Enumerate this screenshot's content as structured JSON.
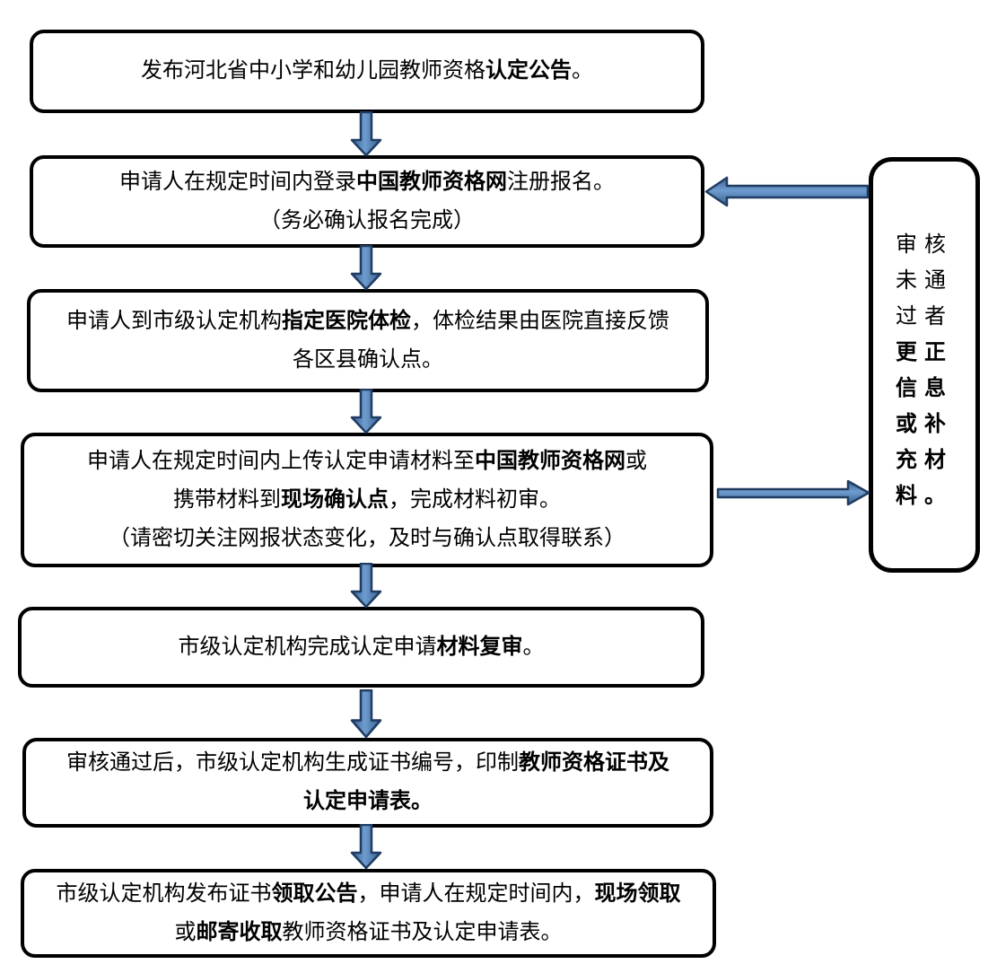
{
  "colors": {
    "background": "#ffffff",
    "text": "#000000",
    "box_border": "#000000",
    "arrow_mid": "#6f9ccf",
    "arrow_edge": "#35608f",
    "arrow_stroke": "#203c62"
  },
  "boxes": [
    {
      "name": "step-announcement",
      "lines": [
        [
          {
            "t": "发布河北省中小学和幼儿园教师资格"
          },
          {
            "t": "认定公告",
            "b": true
          },
          {
            "t": "。"
          }
        ]
      ]
    },
    {
      "name": "step-register",
      "lines": [
        [
          {
            "t": "申请人在规定时间内登录"
          },
          {
            "t": "中国教师资格网",
            "b": true
          },
          {
            "t": "注册报名。"
          }
        ],
        [
          {
            "t": "（务必确认报名完成）"
          }
        ]
      ]
    },
    {
      "name": "step-medical-exam",
      "lines": [
        [
          {
            "t": "申请人到市级认定机构"
          },
          {
            "t": "指定医院体检",
            "b": true
          },
          {
            "t": "，体检结果由医院直接反馈"
          }
        ],
        [
          {
            "t": "各区县确认点。"
          }
        ]
      ]
    },
    {
      "name": "step-submit-materials",
      "lines": [
        [
          {
            "t": "申请人在规定时间内上传认定申请材料至"
          },
          {
            "t": "中国教师资格网",
            "b": true
          },
          {
            "t": "或"
          }
        ],
        [
          {
            "t": "携带材料到"
          },
          {
            "t": "现场确认点",
            "b": true
          },
          {
            "t": "，完成材料初审。"
          }
        ],
        [
          {
            "t": "（请密切关注网报状态变化，及时与确认点取得联系）"
          }
        ]
      ]
    },
    {
      "name": "step-final-review",
      "lines": [
        [
          {
            "t": "市级认定机构完成认定申请"
          },
          {
            "t": "材料复审",
            "b": true
          },
          {
            "t": "。"
          }
        ]
      ]
    },
    {
      "name": "step-certificate-print",
      "lines": [
        [
          {
            "t": "审核通过后，市级认定机构生成证书编号，印制"
          },
          {
            "t": "教师资格证书及",
            "b": true
          }
        ],
        [
          {
            "t": "认定申请表。",
            "b": true
          }
        ]
      ]
    },
    {
      "name": "step-collect-certificate",
      "lines": [
        [
          {
            "t": "市级认定机构发布证书"
          },
          {
            "t": "领取公告",
            "b": true
          },
          {
            "t": "，申请人在规定时间内，"
          },
          {
            "t": "现场领取",
            "b": true
          }
        ],
        [
          {
            "t": "或"
          },
          {
            "t": "邮寄收取",
            "b": true
          },
          {
            "t": "教师资格证书及认定申请表。"
          }
        ]
      ]
    }
  ],
  "side_box": {
    "name": "note-review-not-passed",
    "lines": [
      [
        {
          "t": "审核"
        }
      ],
      [
        {
          "t": "未通"
        }
      ],
      [
        {
          "t": "过者"
        }
      ],
      [
        {
          "t": "更正",
          "b": true
        }
      ],
      [
        {
          "t": "信息",
          "b": true
        }
      ],
      [
        {
          "t": "或补",
          "b": true
        }
      ],
      [
        {
          "t": "充材",
          "b": true
        }
      ],
      [
        {
          "t": "料。",
          "b": true
        }
      ]
    ]
  }
}
